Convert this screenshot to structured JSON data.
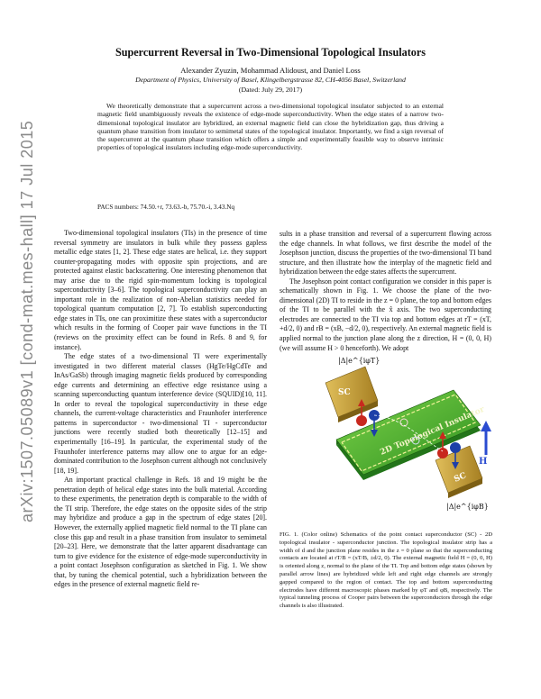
{
  "arxiv_stamp": "arXiv:1507.05089v1  [cond-mat.mes-hall]  17 Jul 2015",
  "title": "Supercurrent Reversal in Two-Dimensional Topological Insulators",
  "authors": "Alexander Zyuzin, Mohammad Alidoust, and Daniel Loss",
  "affiliation": "Department of Physics, University of Basel, Klingelbergstrasse 82, CH-4056 Basel, Switzerland",
  "dated": "(Dated: July 29, 2017)",
  "abstract": "We theoretically demonstrate that a supercurrent across a two-dimensional topological insulator subjected to an external magnetic field unambiguously reveals the existence of edge-mode superconductivity. When the edge states of a narrow two-dimensional topological insulator are hybridized, an external magnetic field can close the hybridization gap, thus driving a quantum phase transition from insulator to semimetal states of the topological insulator. Importantly, we find a sign reversal of the supercurrent at the quantum phase transition which offers a simple and experimentally feasible way to observe intrinsic properties of topological insulators including edge-mode superconductivity.",
  "pacs": "PACS numbers: 74.50.+r, 73.63.-b, 75.70.-i, 3.43.Nq",
  "left_column": [
    "Two-dimensional topological insulators (TIs) in the presence of time reversal symmetry are insulators in bulk while they possess gapless metallic edge states [1, 2]. These edge states are helical, i.e. they support counter-propagating modes with opposite spin projections, and are protected against elastic backscattering. One interesting phenomenon that may arise due to the rigid spin-momentum locking is topological superconductivity [3–6]. The topological superconductivity can play an important role in the realization of non-Abelian statistics needed for topological quantum computation [2, 7]. To establish superconducting edge states in TIs, one can proximitize these states with a superconductor which results in the forming of Cooper pair wave functions in the TI (reviews on the proximity effect can be found in Refs. 8 and 9, for instance).",
    "The edge states of a two-dimensional TI were experimentally investigated in two different material classes (HgTe/HgCdTe and InAs/GaSb) through imaging magnetic fields produced by corresponding edge currents and determining an effective edge resistance using a scanning superconducting quantum interference device (SQUID)[10, 11]. In order to reveal the topological superconductivity in these edge channels, the current-voltage characteristics and Fraunhofer interference patterns in superconductor - two-dimensional TI - superconductor junctions were recently studied both theoretically [12–15] and experimentally [16–19]. In particular, the experimental study of the Fraunhofer interference patterns may allow one to argue for an edge-dominated contribution to the Josephson current although not conclusively [18, 19].",
    "An important practical challenge in Refs. 18 and 19 might be the penetration depth of helical edge states into the bulk material. According to these experiments, the penetration depth is comparable to the width of the TI strip. Therefore, the edge states on the opposite sides of the strip may hybridize and produce a gap in the spectrum of edge states [20]. However, the externally applied magnetic field normal to the TI plane can close this gap and result in a phase transition from insulator to semimetal [20–23]. Here, we demonstrate that the latter apparent disadvantage can turn to give evidence for the existence of edge-mode superconductivity in a point contact Josephson configuration as sketched in Fig. 1. We show that, by tuning the chemical potential, such a hybridization between the edges in the presence of external magnetic field re-"
  ],
  "right_column": [
    "sults in a phase transition and reversal of a supercurrent flowing across the edge channels. In what follows, we first describe the model of the Josephson junction, discuss the properties of the two-dimensional TI band structure, and then illustrate how the interplay of the magnetic field and hybridization between the edge states affects the supercurrent.",
    "The Josephson point contact configuration we consider in this paper is schematically shown in Fig. 1. We choose the plane of the two-dimensional (2D) TI to reside in the z = 0 plane, the top and bottom edges of the TI to be parallel with the x̂ axis. The two superconducting electrodes are connected to the TI via top and bottom edges at rT = (xT, +d/2, 0) and rB = (xB, −d/2, 0), respectively. An external magnetic field is applied normal to the junction plane along the z direction, H = (0, 0, H) (we will assume H > 0 henceforth). We adopt"
  ],
  "figure": {
    "label_top_electrode": "SC",
    "label_bottom_electrode": "SC",
    "label_strip": "2D Topological Insulator",
    "label_top_phase": "|Δ|e^{iφT}",
    "label_bottom_phase": "|Δ|e^{iφB}",
    "label_field": "H",
    "colors": {
      "strip": "#2e8f1f",
      "strip_light": "#6cc93a",
      "electrode": "#c9a23a",
      "spin_up": "#c8281e",
      "spin_down": "#1d3fa8",
      "field_arrow": "#2a4bd0"
    }
  },
  "caption": "FIG. 1. (Color online) Schematics of the point contact superconductor (SC) - 2D topological insulator - superconductor junction. The topological insulator strip has a width of d and the junction plane resides in the z = 0 plane so that the superconducting contacts are located at rT/B = (xT/B, ±d/2, 0). The external magnetic field H = (0, 0, H) is oriented along z, normal to the plane of the TI. Top and bottom edge states (shown by parallel arrow lines) are hybridized while left and right edge channels are strongly gapped compared to the region of contact. The top and bottom superconducting electrodes have different macroscopic phases marked by φT and φB, respectively. The typical tunneling process of Cooper pairs between the superconductors through the edge channels is also illustrated."
}
